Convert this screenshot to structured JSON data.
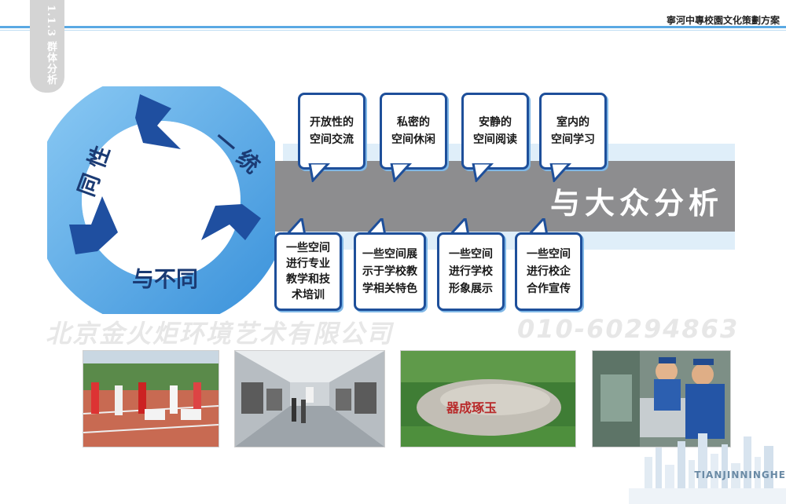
{
  "header": {
    "section_tab": "1.1.3 群体分析",
    "doc_title": "寧河中專校園文化策劃方案"
  },
  "cycle": {
    "segments": [
      "一 统",
      "与不同",
      "同 性"
    ]
  },
  "band": {
    "title": "与大众分析"
  },
  "top_bubbles": [
    {
      "line1": "开放性的",
      "line2": "空间交流"
    },
    {
      "line1": "私密的",
      "line2": "空间休闲"
    },
    {
      "line1": "安静的",
      "line2": "空间阅读"
    },
    {
      "line1": "室内的",
      "line2": "空间学习"
    }
  ],
  "bottom_bubbles": [
    {
      "lines": [
        "一些空间",
        "进行专业",
        "教学和技",
        "术培训"
      ]
    },
    {
      "lines": [
        "一些空间展",
        "示于学校教",
        "学相关特色"
      ]
    },
    {
      "lines": [
        "一些空间",
        "进行学校",
        "形象展示"
      ]
    },
    {
      "lines": [
        "一些空间",
        "进行校企",
        "合作宣传"
      ]
    }
  ],
  "watermark": {
    "company": "北京金火炬环境艺术有限公司",
    "phone": "010-60294863"
  },
  "photos": [
    {
      "name": "running-track-photo"
    },
    {
      "name": "gallery-corridor-photo"
    },
    {
      "name": "engraved-stone-photo",
      "stone_text": "器成琢玉"
    },
    {
      "name": "workshop-training-photo"
    }
  ],
  "brand": "TIANJINNINGHE",
  "colors": {
    "accent": "#5aa9e3",
    "dark_blue": "#1e4f9a",
    "band_gray": "#8d8d8f",
    "cycle_blue": "#4fa2e2"
  }
}
